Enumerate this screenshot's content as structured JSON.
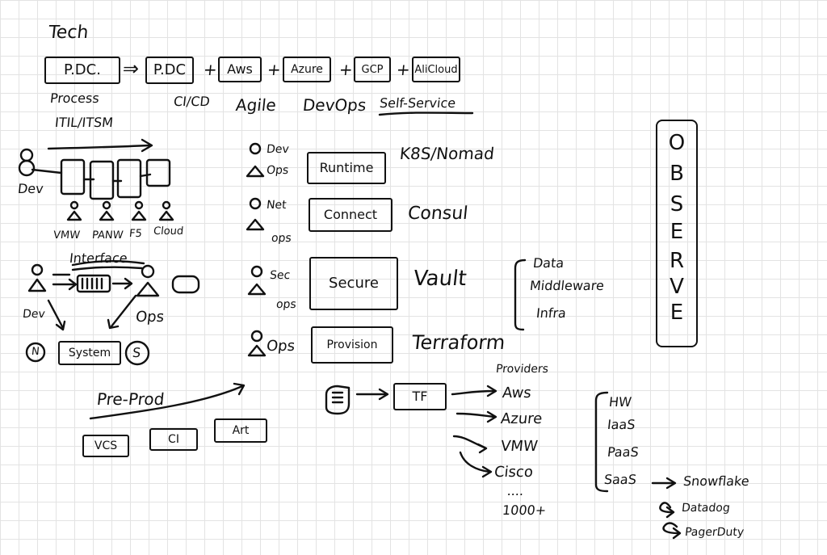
{
  "header": {
    "tech": "Tech",
    "pdc_left": "P.DC.",
    "arrow": "⇒",
    "pdc_right": "P.DC",
    "plus": "+",
    "aws": "Aws",
    "azure": "Azure",
    "gcp": "GCP",
    "alibaba": "AliCloud"
  },
  "process": {
    "process": "Process",
    "itil": "ITIL/ITSM",
    "cicd": "CI/CD",
    "agile": "Agile",
    "devops": "DevOps",
    "self_service": "Self-Service"
  },
  "left": {
    "dev": "Dev",
    "targets": [
      "VMW",
      "PANW",
      "F5",
      "Cloud"
    ],
    "interface": "Interface",
    "dev2": "Dev",
    "ops": "Ops",
    "n": "N",
    "system": "System",
    "s": "S",
    "pre_prod": "Pre-Prod",
    "vcs": "VCS",
    "ci": "CI",
    "art": "Art"
  },
  "stack": [
    {
      "left": "Dev",
      "sub": "Ops",
      "box": "Runtime",
      "tool": "K8S/Nomad"
    },
    {
      "left": "Net",
      "sub": "ops",
      "box": "Connect",
      "tool": "Consul"
    },
    {
      "left": "Sec",
      "sub": "ops",
      "box": "Secure",
      "tool": "Vault"
    },
    {
      "left": "Ops",
      "sub": "",
      "box": "Provision",
      "tool": "Terraform"
    }
  ],
  "layers": [
    "Data",
    "Middleware",
    "Infra"
  ],
  "observe": [
    "O",
    "B",
    "S",
    "E",
    "R",
    "V",
    "E"
  ],
  "terraform": {
    "tf": "TF",
    "providers": "Providers",
    "list": [
      "Aws",
      "Azure",
      "VMW",
      "Cisco",
      "....",
      "1000+"
    ]
  },
  "services": {
    "list": [
      "HW",
      "IaaS",
      "PaaS",
      "SaaS"
    ],
    "saas": [
      "Snowflake",
      "Datadog",
      "PagerDuty"
    ]
  }
}
